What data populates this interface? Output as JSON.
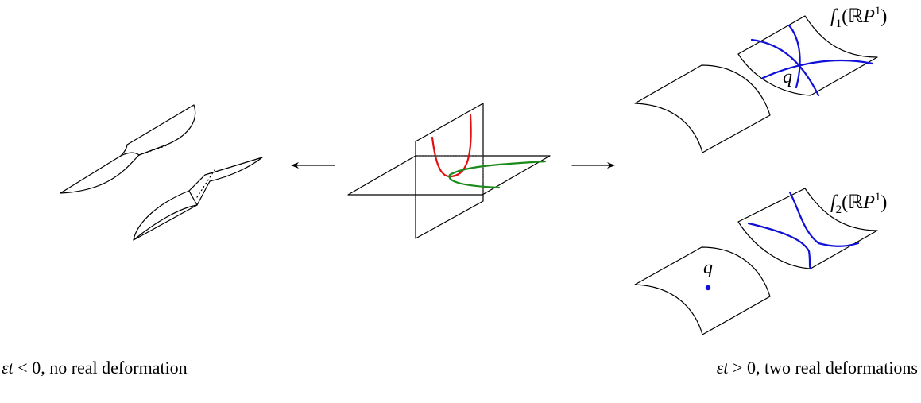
{
  "labels": {
    "f1": {
      "fn": "f",
      "sub": "1",
      "open": "(",
      "bb": "ℝ",
      "P": "P",
      "sup": "1",
      "close": ")"
    },
    "f2": {
      "fn": "f",
      "sub": "2",
      "open": "(",
      "bb": "ℝ",
      "P": "P",
      "sup": "1",
      "close": ")"
    },
    "q_top": "q",
    "q_bottom": "q"
  },
  "captions": {
    "left": {
      "symbol": "εt",
      "text": " < 0, no real deformation"
    },
    "right": {
      "symbol": "εt",
      "text": " > 0, two real deformations"
    }
  },
  "colors": {
    "ink": "#000000",
    "red_curve": "#e01010",
    "green_curve": "#1a8a1a",
    "blue_curve": "#1010d8",
    "background": "#ffffff"
  }
}
